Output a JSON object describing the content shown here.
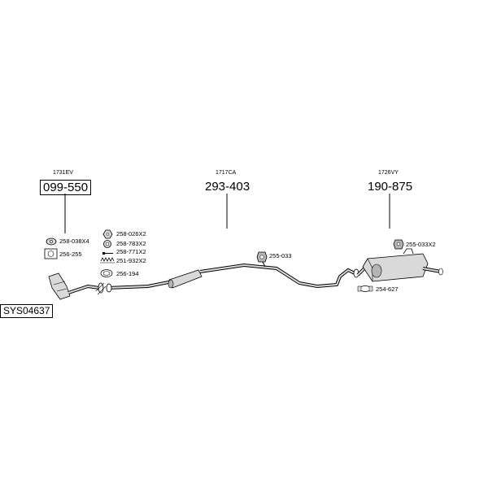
{
  "system_code": "SYS04637",
  "groups": {
    "front": {
      "ref_code": "1731EV",
      "part_number": "099-550"
    },
    "middle": {
      "ref_code": "1717CA",
      "part_number": "293-403"
    },
    "rear": {
      "ref_code": "1726VY",
      "part_number": "190-875"
    }
  },
  "accessories": {
    "a1": "258-038X4",
    "a2": "256-255",
    "a3": "258-026X2",
    "a4": "258-783X2",
    "a5": "258-771X2",
    "a6": "251-932X2",
    "a7": "256-194",
    "a8": "255-033",
    "a9": "255-033X2",
    "a10": "254-627"
  },
  "colors": {
    "line": "#000000",
    "part_fill": "#d9d9d9",
    "part_shade": "#b5b5b5"
  }
}
